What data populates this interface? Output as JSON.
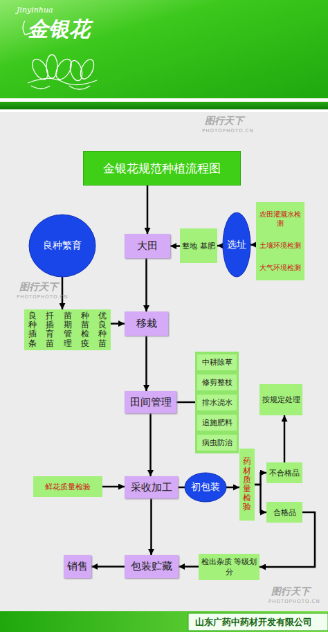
{
  "diagram": {
    "nodes": [
      {
        "text": [
          "金银花规范种植流程图"
        ]
      },
      {
        "text": [
          "良种繁育"
        ]
      },
      {
        "text": [
          "大田"
        ]
      },
      {
        "text": [
          "整地 基肥"
        ]
      },
      {
        "text": [
          "选址"
        ]
      },
      {
        "text": [
          "农田灌溉水检测",
          "土壤环境检测",
          "大气环境检测"
        ]
      },
      {
        "text": [
          "良种插条",
          "扦插育苗",
          "苗期管理",
          "种苗检疫",
          "优良种苗"
        ]
      },
      {
        "text": [
          "移栽"
        ]
      },
      {
        "text": [
          "田间管理"
        ]
      },
      {
        "text": [
          "中耕除草",
          "修剪整枝",
          "排水浇水",
          "追施肥料",
          "病虫防治"
        ]
      },
      {
        "text": [
          "鲜花质量检验"
        ]
      },
      {
        "text": [
          "采收加工"
        ]
      },
      {
        "text": [
          "初包装"
        ]
      },
      {
        "text": [
          "药材质量检验"
        ]
      },
      {
        "text": [
          "按规定处理"
        ]
      },
      {
        "text": [
          "不合格品"
        ]
      },
      {
        "text": [
          "合格品"
        ]
      },
      {
        "text": [
          "包装贮藏"
        ]
      },
      {
        "text": [
          "检出杂质 等级划分"
        ]
      },
      {
        "text": [
          "销售"
        ]
      }
    ],
    "edges": [
      {
        "from": 0,
        "to": 2,
        "arrow": "to"
      },
      {
        "from": 5,
        "to": 4,
        "arrow": "to"
      },
      {
        "from": 4,
        "to": 3,
        "arrow": "to"
      },
      {
        "from": 3,
        "to": 2,
        "arrow": "to"
      },
      {
        "from": 1,
        "to": 6,
        "arrow": "to"
      },
      {
        "from": 6,
        "to": 7,
        "arrow": "to"
      },
      {
        "from": 2,
        "to": 7,
        "arrow": "to"
      },
      {
        "from": 7,
        "to": 8,
        "arrow": "to"
      },
      {
        "from": 8,
        "to": 9,
        "arrow": "none"
      },
      {
        "from": 8,
        "to": 11,
        "arrow": "to"
      },
      {
        "from": 10,
        "to": 11,
        "arrow": "to"
      },
      {
        "from": 11,
        "to": 12,
        "arrow": "none"
      },
      {
        "from": 12,
        "to": 13,
        "arrow": "to"
      },
      {
        "from": 13,
        "to": 15,
        "arrow": "to"
      },
      {
        "from": 13,
        "to": 16,
        "arrow": "to"
      },
      {
        "from": 15,
        "to": 14,
        "arrow": "to"
      },
      {
        "from": 16,
        "to": 18,
        "arrow": "to"
      },
      {
        "from": 18,
        "to": 17,
        "arrow": "to"
      },
      {
        "from": 11,
        "to": 17,
        "arrow": "to"
      },
      {
        "from": 17,
        "to": 19,
        "arrow": "to"
      }
    ],
    "labels": [
      "Jinyinhua",
      "金银花",
      "山东广药中药材开发有限公司",
      "图行天下",
      "PHOTOPHOTO.CN",
      "图行天下",
      "PHOTOPHOTO.CN",
      "图行天下",
      "PHOTOPHOTO.CN"
    ]
  }
}
